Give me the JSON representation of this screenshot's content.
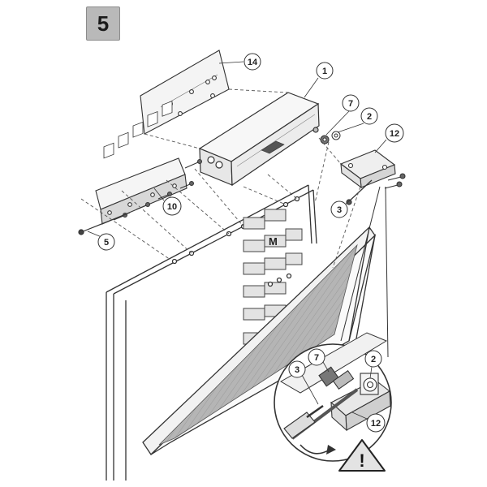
{
  "step": {
    "number": "5"
  },
  "callouts": {
    "c1": "1",
    "c2": "2",
    "c3": "3",
    "c5": "5",
    "c7": "7",
    "c10": "10",
    "c12": "12",
    "c14": "14"
  },
  "detail_callouts": {
    "d2": "2",
    "d3": "3",
    "d7": "7",
    "d12": "12"
  },
  "labels": {
    "brick_mark": "M",
    "warning_symbol": "!"
  },
  "icons": {
    "warning": "warning-triangle-icon",
    "rotation": "rotation-arrow-icon"
  },
  "colors": {
    "line": "#333333",
    "badge_bg": "#b9b9b9",
    "glass_shade": "#a9a9a9",
    "brick_shade": "#dcdcdc",
    "warning_fill": "#e3e3e3"
  }
}
